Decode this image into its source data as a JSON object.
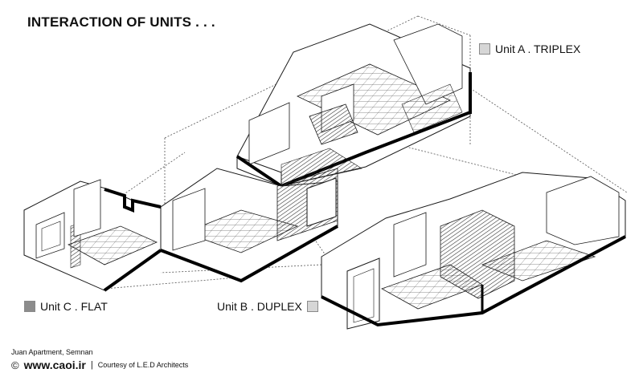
{
  "title": "INTERACTION OF UNITS . . .",
  "legend": {
    "unit_a": {
      "label": "Unit A . TRIPLEX",
      "swatch": "#d6d6d6"
    },
    "unit_b": {
      "label": "Unit B . DUPLEX",
      "swatch": "#d6d6d6"
    },
    "unit_c": {
      "label": "Unit C . FLAT",
      "swatch": "#8c8c8c"
    }
  },
  "credits": {
    "project": "Juan Apartment, Semnan",
    "site": "www.caoi.ir",
    "separator": "|",
    "courtesy": "Courtesy of L.E.D Architects",
    "copyright_symbol": "©"
  },
  "colors": {
    "line": "#1a1a1a",
    "wall_fill": "#ffffff",
    "thick_wall": "#000000",
    "hatch": "#333333"
  }
}
